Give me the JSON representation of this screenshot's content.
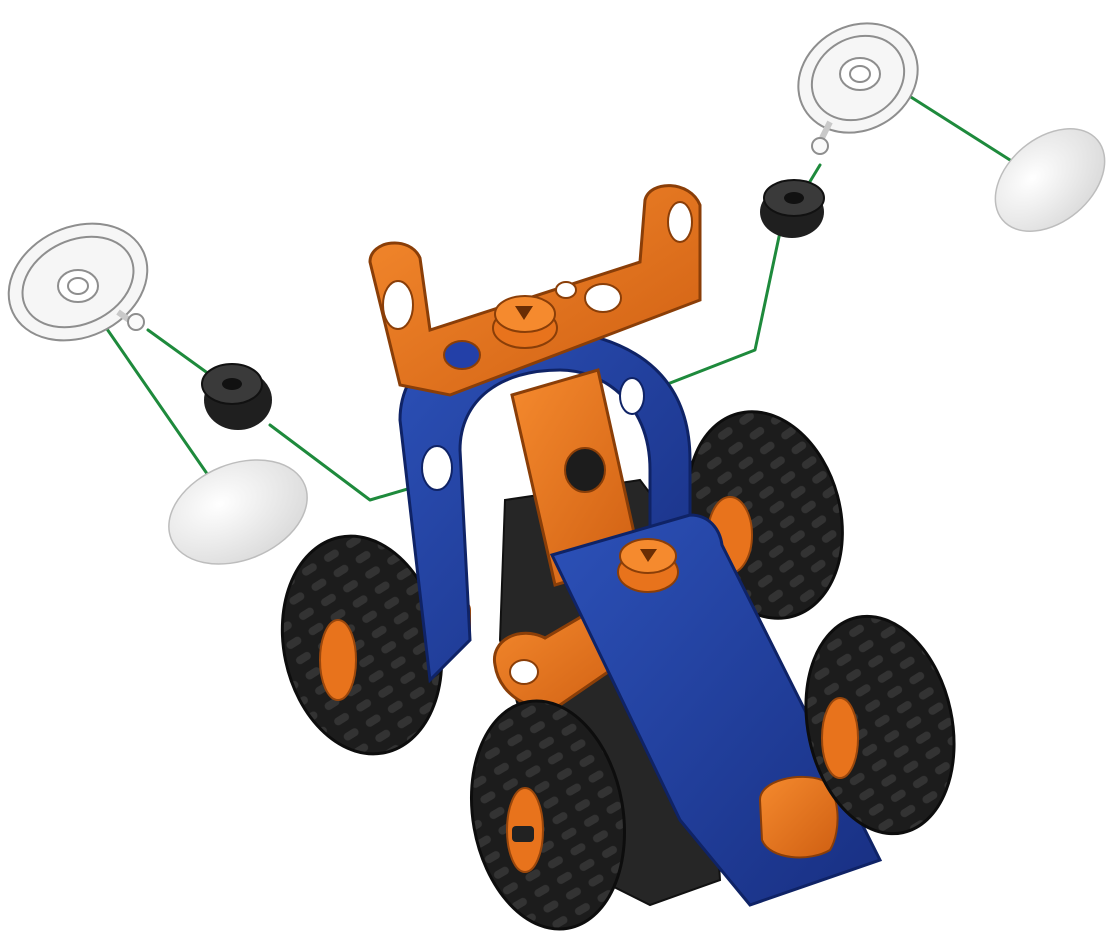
{
  "diagram": {
    "kind": "exploded assembly illustration",
    "colors": {
      "frame_blue": "#1f3f9e",
      "frame_blue_dark": "#142b74",
      "bracket_orange": "#e8731c",
      "bracket_orange_dark": "#b5520e",
      "tire_black": "#1c1c1c",
      "rubber_grommet": "#262626",
      "mirror_clear": "#f2f2f2",
      "mirror_outline": "#9a9a9a",
      "reflector_white": "#eeeeee",
      "leader_green": "#1e8a3c",
      "background": "#ffffff"
    },
    "parts": [
      {
        "id": "mirror-left",
        "icon": "mirror-icon"
      },
      {
        "id": "mirror-right",
        "icon": "mirror-icon"
      },
      {
        "id": "grommet-left",
        "icon": "grommet-icon"
      },
      {
        "id": "grommet-right",
        "icon": "grommet-icon"
      },
      {
        "id": "reflector-left",
        "icon": "oval-disc-icon"
      },
      {
        "id": "reflector-right",
        "icon": "oval-disc-icon"
      },
      {
        "id": "car-body",
        "icon": "toy-car-icon"
      }
    ]
  }
}
